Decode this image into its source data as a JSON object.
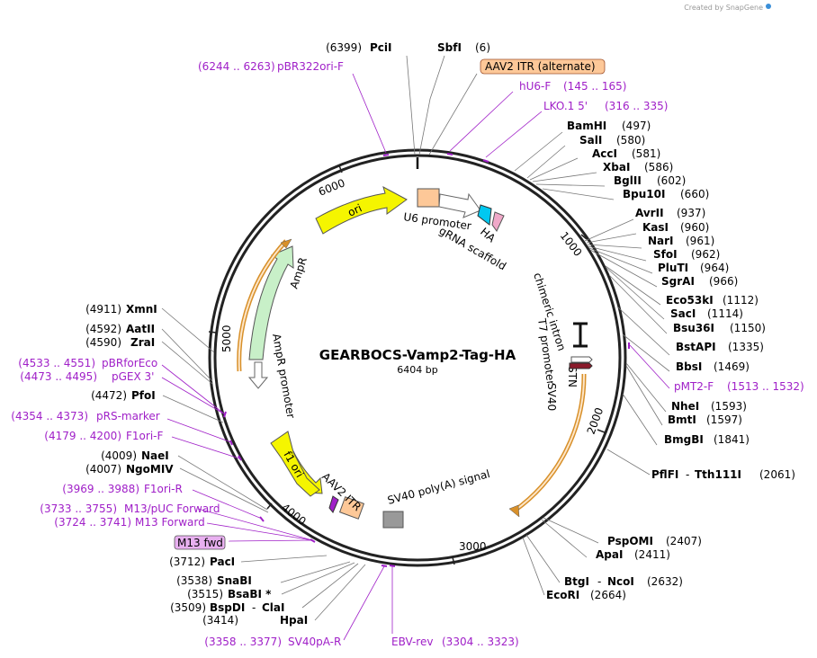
{
  "credit": "Created by SnapGene",
  "plasmid": {
    "name": "GEARBOCS-Vamp2-Tag-HA",
    "size": "6404 bp"
  },
  "ticks": [
    "1000",
    "2000",
    "3000",
    "4000",
    "5000",
    "6000"
  ],
  "features": {
    "ori": "ori",
    "u6": "U6 promoter",
    "ha": "HA",
    "grna": "gRNA scaffold",
    "chimeric": "chimeric intron",
    "t7": "T7 promoter",
    "stn": "STN",
    "sv40": "SV40",
    "sv40polya": "SV40 poly(A) signal",
    "aav2": "AAV2 ITR",
    "f1ori": "f1 ori",
    "ampr_promoter": "AmpR promoter",
    "ampr": "AmpR"
  },
  "boxed_labels": {
    "aav2_alt": "AAV2 ITR (alternate)",
    "m13fwd": "M13 fwd"
  },
  "sites": {
    "pci": {
      "pos": "(6399)",
      "name": "PciI"
    },
    "sbf": {
      "name": "SbfI",
      "pos": "(6)"
    },
    "bamhi": {
      "name": "BamHI",
      "pos": "(497)"
    },
    "sali": {
      "name": "SalI",
      "pos": "(580)"
    },
    "acci": {
      "name": "AccI",
      "pos": "(581)"
    },
    "xbai": {
      "name": "XbaI",
      "pos": "(586)"
    },
    "bglii": {
      "name": "BglII",
      "pos": "(602)"
    },
    "bpu10i": {
      "name": "Bpu10I",
      "pos": "(660)"
    },
    "avrii": {
      "name": "AvrII",
      "pos": "(937)"
    },
    "kasi": {
      "name": "KasI",
      "pos": "(960)"
    },
    "nari": {
      "name": "NarI",
      "pos": "(961)"
    },
    "sfoi": {
      "name": "SfoI",
      "pos": "(962)"
    },
    "pluti": {
      "name": "PluTI",
      "pos": "(964)"
    },
    "sgrai": {
      "name": "SgrAI",
      "pos": "(966)"
    },
    "eco53ki": {
      "name": "Eco53kI",
      "pos": "(1112)"
    },
    "saci": {
      "name": "SacI",
      "pos": "(1114)"
    },
    "bsu36i": {
      "name": "Bsu36I",
      "pos": "(1150)"
    },
    "bstapi": {
      "name": "BstAPI",
      "pos": "(1335)"
    },
    "bbsi": {
      "name": "BbsI",
      "pos": "(1469)"
    },
    "nhei": {
      "name": "NheI",
      "pos": "(1593)"
    },
    "bmti": {
      "name": "BmtI",
      "pos": "(1597)"
    },
    "bmgbi": {
      "name": "BmgBI",
      "pos": "(1841)"
    },
    "pflfi": {
      "name": "PflFI",
      "name2": "Tth111I",
      "pos": "(2061)"
    },
    "pspomi": {
      "name": "PspOMI",
      "pos": "(2407)"
    },
    "apai": {
      "name": "ApaI",
      "pos": "(2411)"
    },
    "btgi": {
      "name": "BtgI",
      "name2": "NcoI",
      "pos": "(2632)"
    },
    "ecori": {
      "name": "EcoRI",
      "pos": "(2664)"
    },
    "hpai": {
      "pos": "(3414)",
      "name": "HpaI"
    },
    "bspdi": {
      "pos": "(3509)",
      "name": "BspDI",
      "name2": "ClaI"
    },
    "bsabi": {
      "pos": "(3515)",
      "name": "BsaBI *"
    },
    "snabi": {
      "pos": "(3538)",
      "name": "SnaBI"
    },
    "paci": {
      "pos": "(3712)",
      "name": "PacI"
    },
    "ngomiv": {
      "pos": "(4007)",
      "name": "NgoMIV"
    },
    "naei": {
      "pos": "(4009)",
      "name": "NaeI"
    },
    "pfoi": {
      "pos": "(4472)",
      "name": "PfoI"
    },
    "zrai": {
      "pos": "(4590)",
      "name": "ZraI"
    },
    "aatii": {
      "pos": "(4592)",
      "name": "AatII"
    },
    "xmni": {
      "pos": "(4911)",
      "name": "XmnI"
    }
  },
  "primers": {
    "pbr322": {
      "range": "(6244 .. 6263)",
      "name": "pBR322ori-F"
    },
    "hu6": {
      "name": "hU6-F",
      "range": "(145 .. 165)"
    },
    "lko": {
      "name": "LKO.1 5'",
      "range": "(316 .. 335)"
    },
    "pmt2": {
      "name": "pMT2-F",
      "range": "(1513 .. 1532)"
    },
    "pbrforeco": {
      "range": "(4533 .. 4551)",
      "name": "pBRforEco"
    },
    "pgex": {
      "range": "(4473 .. 4495)",
      "name": "pGEX 3'"
    },
    "prs": {
      "range": "(4354 .. 4373)",
      "name": "pRS-marker"
    },
    "f1orif": {
      "range": "(4179 .. 4200)",
      "name": "F1ori-F"
    },
    "f1orir": {
      "range": "(3969 .. 3988)",
      "name": "F1ori-R"
    },
    "m13puc": {
      "range": "(3733 .. 3755)",
      "name": "M13/pUC Forward"
    },
    "m13f": {
      "range": "(3724 .. 3741)",
      "name": "M13 Forward"
    },
    "sv40pa": {
      "range": "(3358 .. 3377)",
      "name": "SV40pA-R"
    },
    "ebv": {
      "name": "EBV-rev",
      "range": "(3304 .. 3323)"
    }
  },
  "colors": {
    "primer": "#a020c8",
    "ori": "#f5f500",
    "ampr": "#c8f0c8",
    "gene_outline": "#d8902a",
    "itr": "#fdc898",
    "polya": "#999999",
    "ha": "#00c8f0"
  }
}
